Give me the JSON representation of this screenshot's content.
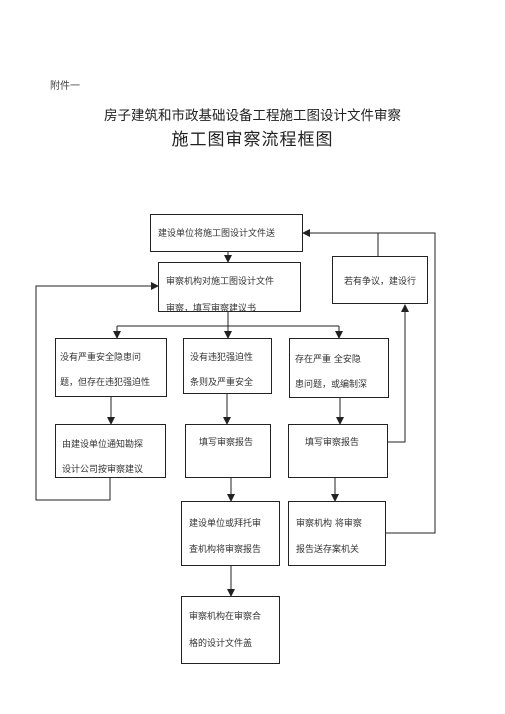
{
  "annex": "附件一",
  "title_line1": "房子建筑和市政基础设备工程施工图设计文件审察",
  "title_line2": "施工图审察流程框图",
  "boxes": {
    "submit": {
      "line1": "建设单位将施工图设计文件送"
    },
    "review": {
      "line1": "审察机构对施工图设计文件",
      "line2": "审察，填写审察建议书"
    },
    "dispute": {
      "line1": "若有争议，建设行"
    },
    "no_serious": {
      "line1": "没有严重安全隐患问",
      "line2": "题，但存在违犯强迫性"
    },
    "no_violate": {
      "line1": "没有违犯强迫性",
      "line2": "条则及严重安全"
    },
    "serious": {
      "line1": "存在严重 全安隐",
      "line2": "患问题，或编制深"
    },
    "notify": {
      "line1": "由建设单位通知勘探",
      "line2": "设计公司按审察建议"
    },
    "report_mid": {
      "line1": "填写审察报告"
    },
    "report_right": {
      "line1": "填写审察报告"
    },
    "submit_cert": {
      "line1": "建设单位或拜托审",
      "line2": "查机构将审察报告"
    },
    "archive": {
      "line1": "审察机构 将审察",
      "line2": "报告送存案机关"
    },
    "qualified": {
      "line1": "审察机构在审察合",
      "line2": "格的设计文件盖"
    }
  }
}
